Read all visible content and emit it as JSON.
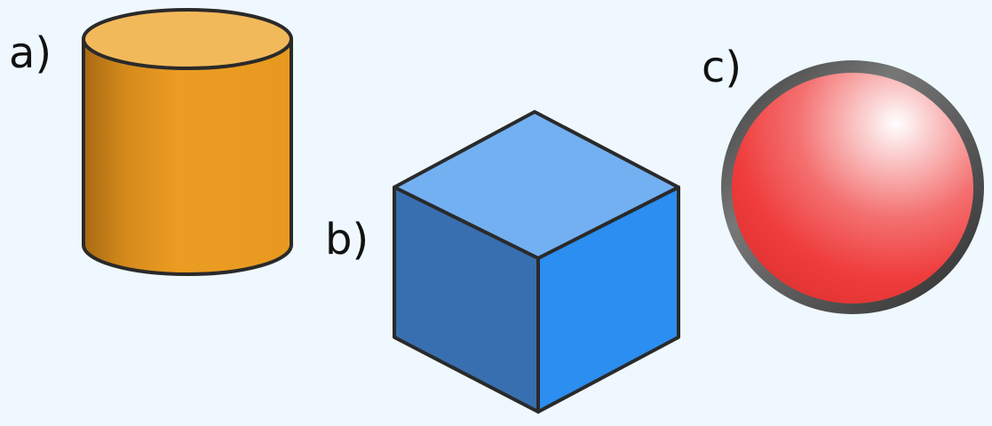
{
  "labels": {
    "cylinder": "a)",
    "cube": "b)",
    "sphere": "c)"
  },
  "colors": {
    "background": "#eef8fe",
    "cylinder_body": "#e89a20",
    "cylinder_top": "#f2b95a",
    "cube_top": "#72b0f2",
    "cube_left": "#386fb0",
    "cube_right": "#2b8ef0",
    "sphere_fill": "#ef3c3c",
    "sphere_rim": "#4a4a4a",
    "outline": "#2a2a2a"
  },
  "shapes": [
    "cylinder",
    "cube",
    "sphere"
  ]
}
